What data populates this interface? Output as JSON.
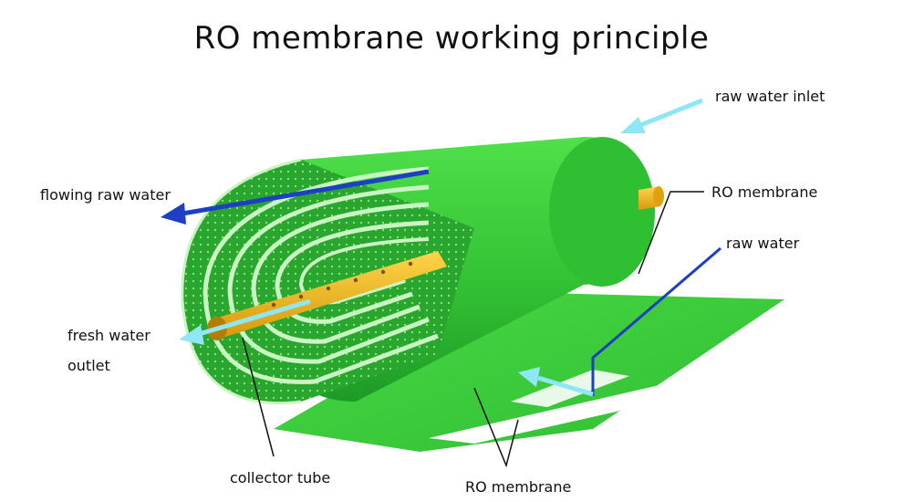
{
  "title": "RO membrane working principle",
  "labels": {
    "raw_water_inlet": "raw water inlet",
    "flowing_raw_water": "flowing raw water",
    "ro_membrane_top": "RO membrane",
    "raw_water": "raw water",
    "fresh_water": "fresh water",
    "outlet": "outlet",
    "collector_tube": "collector tube",
    "ro_membrane_bottom": "RO membrane"
  },
  "colors": {
    "membrane_green": "#3fd23c",
    "membrane_dark": "#1f9a2a",
    "tube_yellow": "#f2b81c",
    "raw_arrow_blue": "#1d3fc4",
    "fresh_arrow_cyan": "#8fe6f5"
  }
}
